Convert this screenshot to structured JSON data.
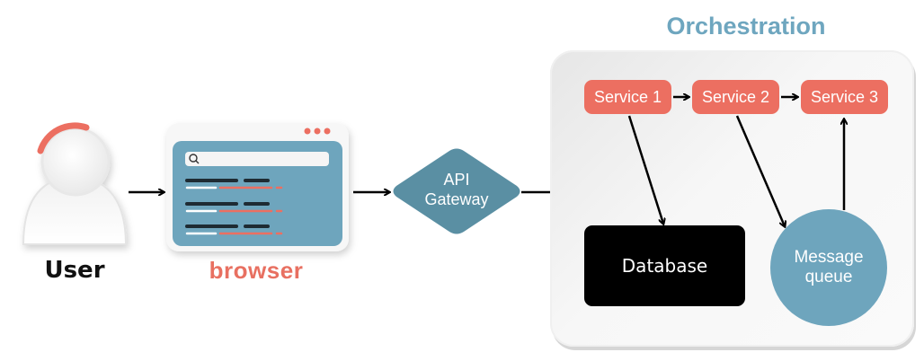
{
  "user": {
    "label": "User"
  },
  "browser": {
    "label": "browser",
    "search_icon": "search-icon",
    "window_dots": 3,
    "list_rows": 3
  },
  "gateway": {
    "line1": "API",
    "line2": "Gateway"
  },
  "orchestration": {
    "title": "Orchestration",
    "services": [
      {
        "label": "Service 1"
      },
      {
        "label": "Service 2"
      },
      {
        "label": "Service 3"
      }
    ],
    "database": {
      "label": "Database"
    },
    "message_queue": {
      "line1": "Message",
      "line2": "queue"
    }
  },
  "colors": {
    "accent_red": "#ec6f61",
    "accent_blue": "#6ea5bd",
    "gateway_blue": "#5a8fa3",
    "title_blue": "#6ea6bf",
    "database_black": "#000000"
  }
}
